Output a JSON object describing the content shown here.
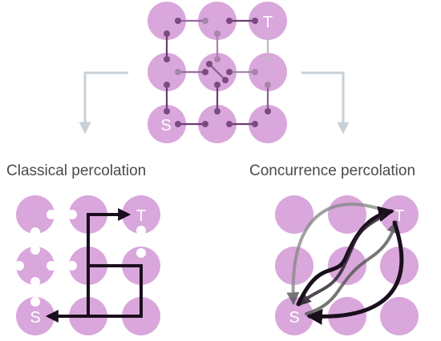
{
  "colors": {
    "node": "#d9a7dc",
    "bond": "#9b6a9e",
    "bond_dot": "#7a4a80",
    "arrow_gray": "#c9d0d6",
    "path_dark": "#1a0f1c",
    "path_gray": "#777777",
    "label": "#ffffff",
    "heading": "#4a4a4a"
  },
  "headings": {
    "classical": "Classical percolation",
    "concurrence": "Concurrence percolation"
  },
  "top_grid": {
    "source_label": "S",
    "target_label": "T"
  },
  "classical_grid": {
    "source_label": "S",
    "target_label": "T"
  },
  "concurrence_grid": {
    "source_label": "S",
    "target_label": "T"
  }
}
